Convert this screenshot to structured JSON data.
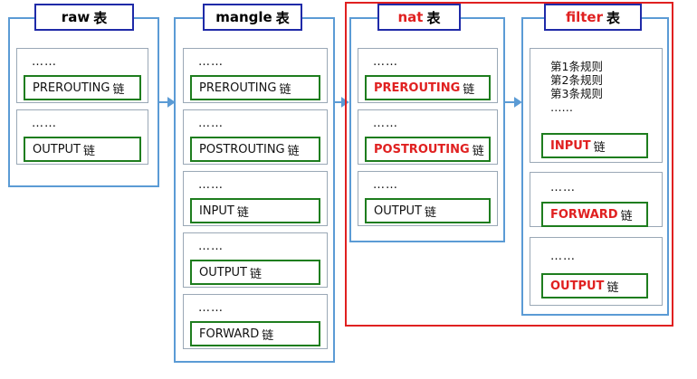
{
  "tables": {
    "raw": {
      "name": "raw",
      "suffix": "表",
      "chains": [
        {
          "dots": "……",
          "label": "PREROUTING",
          "suffix": "链"
        },
        {
          "dots": "……",
          "label": "OUTPUT",
          "suffix": "链"
        }
      ]
    },
    "mangle": {
      "name": "mangle",
      "suffix": "表",
      "chains": [
        {
          "dots": "……",
          "label": "PREROUTING",
          "suffix": "链"
        },
        {
          "dots": "……",
          "label": "POSTROUTING",
          "suffix": "链"
        },
        {
          "dots": "……",
          "label": "INPUT",
          "suffix": "链"
        },
        {
          "dots": "……",
          "label": "OUTPUT",
          "suffix": "链"
        },
        {
          "dots": "……",
          "label": "FORWARD",
          "suffix": "链"
        }
      ]
    },
    "nat": {
      "name": "nat",
      "suffix": "表",
      "chains": [
        {
          "dots": "……",
          "label": "PREROUTING",
          "suffix": "链"
        },
        {
          "dots": "……",
          "label": "POSTROUTING",
          "suffix": "链"
        },
        {
          "dots": "……",
          "label": "OUTPUT",
          "suffix": "链"
        }
      ]
    },
    "filter": {
      "name": "filter",
      "suffix": "表",
      "rules": [
        "第1条规则",
        "第2条规则",
        "第3条规则",
        "……"
      ],
      "chains": [
        {
          "dots": "",
          "label": "INPUT",
          "suffix": "链"
        },
        {
          "dots": "……",
          "label": "FORWARD",
          "suffix": "链"
        },
        {
          "dots": "……",
          "label": "OUTPUT",
          "suffix": "链"
        }
      ]
    }
  },
  "colors": {
    "table_border": "#5b9bd5",
    "title_border": "#1f2aa8",
    "chain_label_border": "#1e7d1e",
    "highlight": "#e02020"
  }
}
